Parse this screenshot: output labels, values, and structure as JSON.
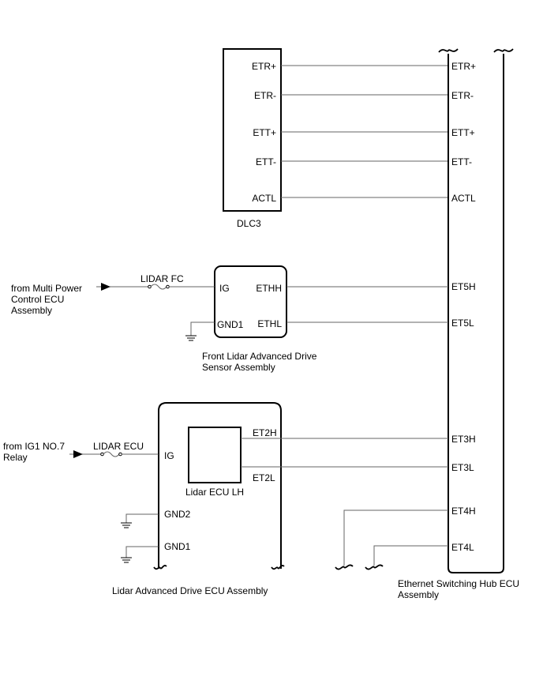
{
  "dlc3": {
    "name": "DLC3",
    "pins": [
      "ETR+",
      "ETR-",
      "ETT+",
      "ETT-",
      "ACTL"
    ]
  },
  "hub": {
    "name_line1": "Ethernet Switching Hub ECU",
    "name_line2": "Assembly",
    "pins": [
      "ETR+",
      "ETR-",
      "ETT+",
      "ETT-",
      "ACTL",
      "ET5H",
      "ET5L",
      "ET3H",
      "ET3L",
      "ET4H",
      "ET4L"
    ]
  },
  "front_lidar": {
    "name_line1": "Front Lidar Advanced Drive",
    "name_line2": "Sensor Assembly",
    "pin_ig": "IG",
    "pin_gnd1": "GND1",
    "pin_ethh": "ETHH",
    "pin_ethl": "ETHL",
    "fuse": "LIDAR FC",
    "source_line1": "from Multi Power",
    "source_line2": "Control ECU",
    "source_line3": "Assembly"
  },
  "lidar_ecu_assembly": {
    "name": "Lidar Advanced Drive ECU Assembly",
    "pin_ig": "IG",
    "pin_gnd2": "GND2",
    "pin_gnd1": "GND1",
    "inner_name": "Lidar ECU LH",
    "inner_pin_h": "ET2H",
    "inner_pin_l": "ET2L",
    "fuse": "LIDAR ECU",
    "source_line1": "from IG1 NO.7",
    "source_line2": "Relay"
  }
}
